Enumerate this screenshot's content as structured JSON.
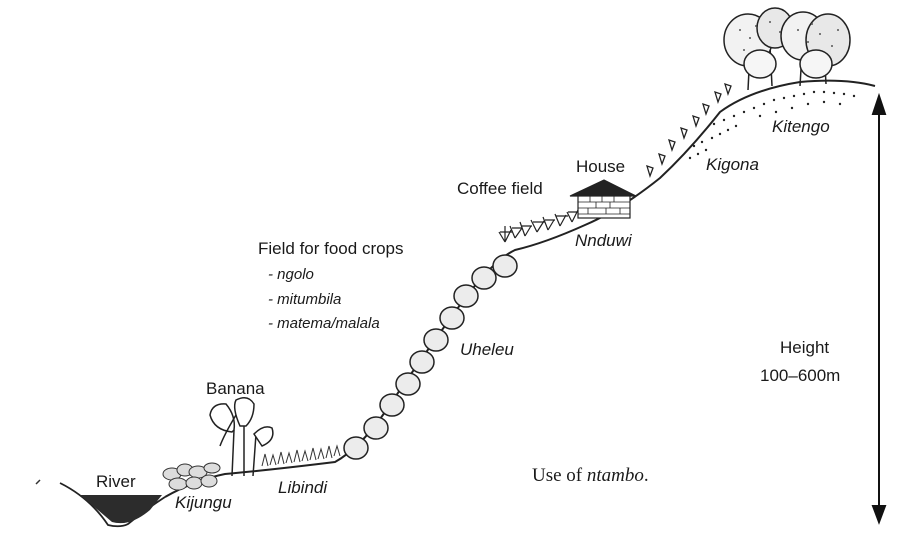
{
  "labels": {
    "river": "River",
    "banana": "Banana",
    "coffee_field": "Coffee field",
    "house": "House",
    "height_label": "Height",
    "height_range": "100–600m",
    "food_crops_title": "Field for food crops"
  },
  "food_crops": [
    "- ngolo",
    "- mitumbila",
    "- matema/malala"
  ],
  "zones": {
    "kijungu": "Kijungu",
    "libindi": "Libindi",
    "uheleu": "Uheleu",
    "nduwi": "Nnduwi",
    "kigona": "Kigona",
    "kitengo": "Kitengo"
  },
  "caption": {
    "prefix": "Use of ",
    "emphasis": "ntambo",
    "suffix": "."
  }
}
